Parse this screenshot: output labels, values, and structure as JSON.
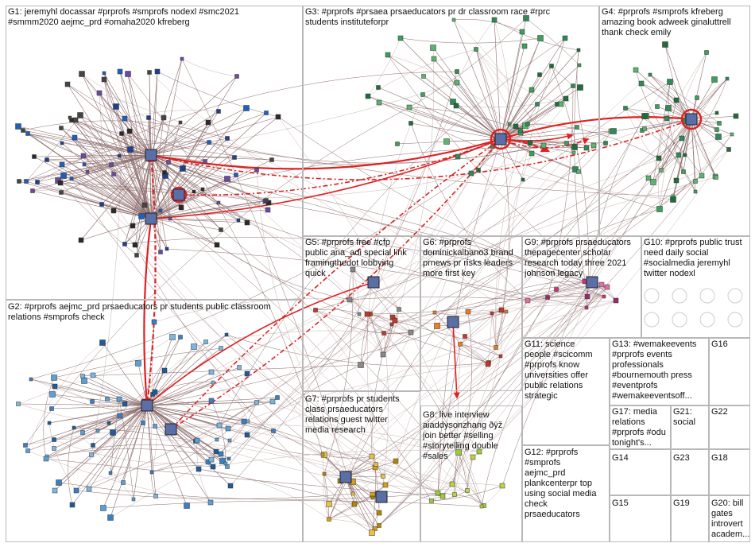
{
  "groups": [
    {
      "id": "G1",
      "label": "G1: jeremyhl docassar #prprofs #smprofs nodexl #smc2021\n#smmm2020 aejmc_prd #omaha2020 kfreberg"
    },
    {
      "id": "G2",
      "label": "G2: #prprofs aejmc_prd prsaeducators pr students public classroom\nrelations #smprofs check"
    },
    {
      "id": "G3",
      "label": "G3: #prprofs #prsaea prsaeducators pr dr classroom race #rprc\nstudents instituteforpr"
    },
    {
      "id": "G4",
      "label": "G4: #prprofs #smprofs kfreberg\namazing book adweek ginaluttrell\nthank check emily"
    },
    {
      "id": "G5",
      "label": "G5: #prprofs free #cfp\npublic ana_adi special link\nframingthedot lobbying\nquick"
    },
    {
      "id": "G6",
      "label": "G6: #prprofs\ndominickalbano3 brand\nprnews pr risks leaders\nmore first key"
    },
    {
      "id": "G9",
      "label": "G9: #prprofs prsaeducators\nthepagecenter scholar\nresearch today three 2021\njohnson legacy"
    },
    {
      "id": "G10",
      "label": "G10: #prprofs public trust\nneed daily social\n#socialmedia jeremyhl\ntwitter nodexl"
    },
    {
      "id": "G11",
      "label": "G11: science\npeople #scicomm\n#prprofs know\nuniversities offer\npublic relations\nstrategic"
    },
    {
      "id": "G13",
      "label": "G13: #wemakeevents\n#prprofs events\nprofessionals\n#bournemouth press\n#eventprofs\n#wemakeeventsoff..."
    },
    {
      "id": "G16",
      "label": "G16"
    },
    {
      "id": "G7",
      "label": "G7: #prprofs pr students\nclass prsaeducators\nrelations guest twitter\nmedia research"
    },
    {
      "id": "G8",
      "label": "G8: live interview\naiaddysonzhang ðÿž\njoin better #selling\n#storytelling double\n#sales"
    },
    {
      "id": "G17",
      "label": "G17: media\nrelations\n#prprofs #odu\ntonight's..."
    },
    {
      "id": "G21",
      "label": "G21:\nsocial"
    },
    {
      "id": "G22",
      "label": "G22"
    },
    {
      "id": "G12",
      "label": "G12: #prprofs\n#smprofs\naejmc_prd\nplankcenterpr top\nusing social media\ncheck\nprsaeducators"
    },
    {
      "id": "G14",
      "label": "G14"
    },
    {
      "id": "G23",
      "label": "G23"
    },
    {
      "id": "G18",
      "label": "G18"
    },
    {
      "id": "G15",
      "label": "G15"
    },
    {
      "id": "G19",
      "label": "G19"
    },
    {
      "id": "G20",
      "label": "G20: bill\ngates\nintrovert\nacadem..."
    }
  ],
  "colors": {
    "edge": "#8f6f6f",
    "edge_light": "#c9b3b3",
    "edge_strong": "#e02020",
    "box_border": "#b8b8b8"
  }
}
